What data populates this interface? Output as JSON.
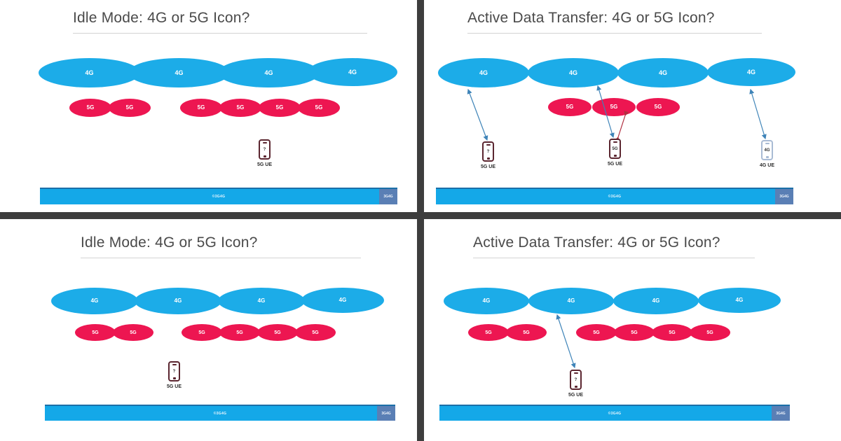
{
  "theme": {
    "blue": "#1CACE8",
    "red": "#ED1651",
    "footer_blue": "#14A8E8",
    "footer_badge_blue": "#5A7FB5",
    "divider_gray": "#3D3D3D",
    "title_gray": "#4A4A4A",
    "arrow_blue": "#3F84B8",
    "arrow_red": "#B03040",
    "phone_dark_border": "#5B2630",
    "phone_light_border": "#A9BBD4"
  },
  "panels": [
    {
      "id": "top-left",
      "title": "Idle Mode: 4G or 5G Icon?",
      "blue_cells": [
        {
          "label": "4G"
        },
        {
          "label": "4G"
        },
        {
          "label": "4G"
        },
        {
          "label": "4G"
        }
      ],
      "red_cells": [
        {
          "label": "5G"
        },
        {
          "label": "5G"
        },
        {
          "label": "5G"
        },
        {
          "label": "5G"
        },
        {
          "label": "5G"
        },
        {
          "label": "5G"
        }
      ],
      "devices": [
        {
          "screen": "?",
          "label": "5G UE",
          "style": "dark"
        }
      ],
      "footer": {
        "text": "©3G4G",
        "badge": "3G4G"
      }
    },
    {
      "id": "top-right",
      "title": "Active Data Transfer: 4G or 5G Icon?",
      "blue_cells": [
        {
          "label": "4G"
        },
        {
          "label": "4G"
        },
        {
          "label": "4G"
        },
        {
          "label": "4G"
        }
      ],
      "red_cells": [
        {
          "label": "5G"
        },
        {
          "label": "5G"
        },
        {
          "label": "5G"
        }
      ],
      "devices": [
        {
          "screen": "?",
          "label": "5G UE",
          "style": "dark"
        },
        {
          "screen": "5G",
          "label": "5G UE",
          "style": "dark"
        },
        {
          "screen": "4G",
          "label": "4G UE",
          "style": "light"
        }
      ],
      "footer": {
        "text": "©3G4G",
        "badge": "3G4G"
      }
    },
    {
      "id": "bottom-left",
      "title": "Idle Mode: 4G or 5G Icon?",
      "blue_cells": [
        {
          "label": "4G"
        },
        {
          "label": "4G"
        },
        {
          "label": "4G"
        },
        {
          "label": "4G"
        }
      ],
      "red_cells": [
        {
          "label": "5G"
        },
        {
          "label": "5G"
        },
        {
          "label": "5G"
        },
        {
          "label": "5G"
        },
        {
          "label": "5G"
        },
        {
          "label": "5G"
        }
      ],
      "devices": [
        {
          "screen": "?",
          "label": "5G UE",
          "style": "dark"
        }
      ],
      "footer": {
        "text": "©3G4G",
        "badge": "3G4G"
      }
    },
    {
      "id": "bottom-right",
      "title": "Active Data Transfer: 4G or 5G Icon?",
      "blue_cells": [
        {
          "label": "4G"
        },
        {
          "label": "4G"
        },
        {
          "label": "4G"
        },
        {
          "label": "4G"
        }
      ],
      "red_cells": [
        {
          "label": "5G"
        },
        {
          "label": "5G"
        },
        {
          "label": "5G"
        },
        {
          "label": "5G"
        },
        {
          "label": "5G"
        },
        {
          "label": "5G"
        }
      ],
      "devices": [
        {
          "screen": "?",
          "label": "5G UE",
          "style": "dark"
        }
      ],
      "footer": {
        "text": "©3G4G",
        "badge": "3G4G"
      }
    }
  ]
}
